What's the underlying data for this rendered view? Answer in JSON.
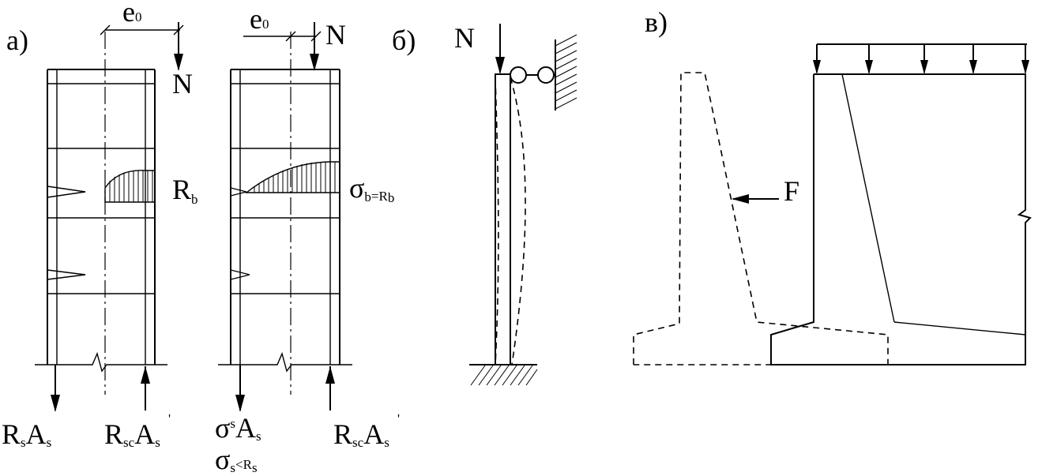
{
  "figure_a": {
    "label": "а)",
    "eccentricity_left": "e",
    "eccentricity_left_sub": "0",
    "eccentricity_right": "e",
    "eccentricity_right_sub": "0",
    "force_left": "N",
    "force_right": "N",
    "stress_left": "R",
    "stress_left_sub": "b",
    "stress_right_sigma": "σ",
    "stress_right_sub": "b",
    "stress_right_eq": "=R",
    "stress_right_eq_sub": "b",
    "bottom_left_R": "R",
    "bottom_left_R_sub": "s",
    "bottom_left_A": "A",
    "bottom_left_A_sub": "s",
    "bottom_mid_R": "R",
    "bottom_mid_R_sub": "sc",
    "bottom_mid_A": "A",
    "bottom_mid_A_sub": "s",
    "bottom_mid_prime": "'",
    "bottom_right1_sigma": "σ",
    "bottom_right1_sigma_sub": "s",
    "bottom_right1_A": "A",
    "bottom_right1_A_sub": "s",
    "bottom_right1b_sigma": "σ",
    "bottom_right1b_sub": "s",
    "bottom_right1b_rel": "<R",
    "bottom_right1b_rel_sub": "s",
    "bottom_right2_R": "R",
    "bottom_right2_R_sub": "sc",
    "bottom_right2_A": "A",
    "bottom_right2_A_sub": "s",
    "bottom_right2_prime": "'"
  },
  "figure_b": {
    "label": "б)",
    "force": "N"
  },
  "figure_c": {
    "label": "в)",
    "force": "F"
  }
}
